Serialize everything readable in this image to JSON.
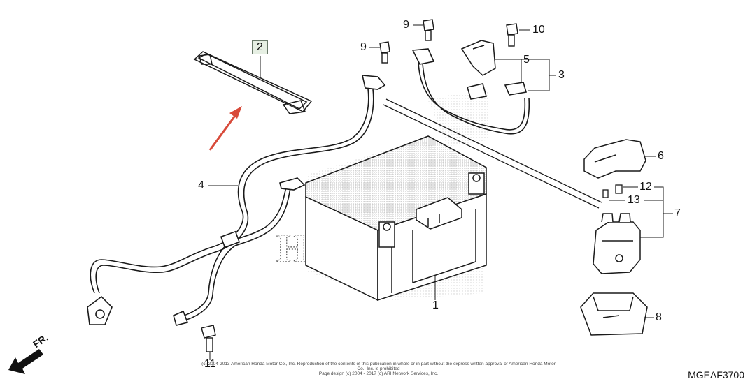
{
  "callouts": {
    "c1": "1",
    "c2": "2",
    "c3": "3",
    "c4": "4",
    "c5": "5",
    "c6": "6",
    "c7": "7",
    "c8": "8",
    "c9a": "9",
    "c9b": "9",
    "c10": "10",
    "c11": "11",
    "c12": "12",
    "c13": "13"
  },
  "watermark": "HONDA",
  "diagram_code": "MGEAF3700",
  "direction_label": "FR.",
  "copyright": {
    "line1": "(c) 2004-2013 American Honda Motor Co., Inc. Reproduction of the contents of this publication in whole or in part without the express written approval of American Honda Motor Co., Inc. is prohibited",
    "line2": "Page design (c) 2004 - 2017 (c) ARI Network Services, Inc."
  },
  "colors": {
    "line": "#1a1a1a",
    "arrow_red": "#d84a3a",
    "callout_box_bg": "#e6efe3"
  }
}
